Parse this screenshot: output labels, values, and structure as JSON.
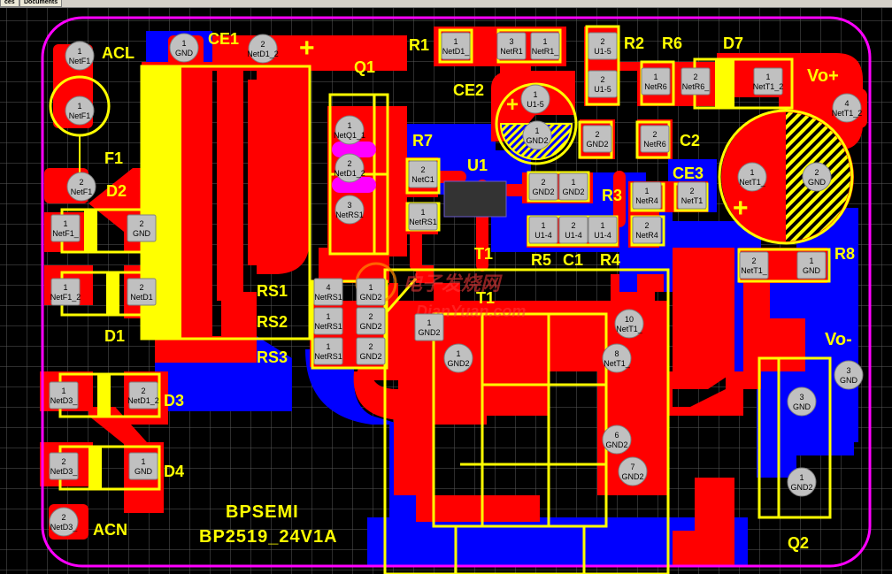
{
  "window": {
    "tabs": [
      "ces",
      "Documents"
    ]
  },
  "board": {
    "brand_line1": "BPSEMI",
    "brand_line2": "BP2519_24V1A",
    "watermark_line1": "电子发烧网",
    "watermark_line2": "DianYuan.com"
  },
  "designators": {
    "ACL": "ACL",
    "CE1": "CE1",
    "R1": "R1",
    "R2": "R2",
    "R6": "R6",
    "D7": "D7",
    "Q1": "Q1",
    "CE2": "CE2",
    "Vo_plus": "Vo+",
    "R7": "R7",
    "U1": "U1",
    "F1": "F1",
    "D2": "D2",
    "C2": "C2",
    "R3": "R3",
    "CE3": "CE3",
    "T1_a": "T1",
    "R5": "R5",
    "C1": "C1",
    "R4": "R4",
    "R8": "R8",
    "RS1": "RS1",
    "RS2": "RS2",
    "RS3": "RS3",
    "T1_b": "T1",
    "D1": "D1",
    "Vo_minus": "Vo-",
    "D3": "D3",
    "D4": "D4",
    "ACN": "ACN",
    "Q2": "Q2"
  },
  "colors": {
    "background": "#000000",
    "grid": "#5a5a5a",
    "top_copper": "#ff0000",
    "bottom_copper": "#0000ff",
    "silkscreen": "#ffff00",
    "board_outline": "#ff00ff",
    "pad": "#c0c0c0"
  },
  "pads": [
    {
      "n": "1",
      "net": "NetF1"
    },
    {
      "n": "1",
      "net": "NetF1"
    },
    {
      "n": "1",
      "net": "GND"
    },
    {
      "n": "2",
      "net": "NetD1_2"
    },
    {
      "n": "2",
      "net": "NetF1"
    },
    {
      "n": "1",
      "net": "NetF1_"
    },
    {
      "n": "2",
      "net": "GND"
    },
    {
      "n": "1",
      "net": "NetF1_2"
    },
    {
      "n": "2",
      "net": "NetD1"
    },
    {
      "n": "1",
      "net": "NetD3_"
    },
    {
      "n": "2",
      "net": "NetD1_2"
    },
    {
      "n": "2",
      "net": "NetD3_"
    },
    {
      "n": "1",
      "net": "GND"
    },
    {
      "n": "2",
      "net": "NetD3_"
    },
    {
      "n": "1",
      "net": "NetQ1_1"
    },
    {
      "n": "2",
      "net": "NetD1_2"
    },
    {
      "n": "3",
      "net": "NetRS1"
    },
    {
      "n": "4",
      "net": "NetRS1"
    },
    {
      "n": "1",
      "net": "GND2"
    },
    {
      "n": "1",
      "net": "NetRS1"
    },
    {
      "n": "2",
      "net": "GND2"
    },
    {
      "n": "1",
      "net": "NetRS1"
    },
    {
      "n": "2",
      "net": "GND2"
    },
    {
      "n": "2",
      "net": "NetC1"
    },
    {
      "n": "1",
      "net": "NetRS1"
    },
    {
      "n": "1",
      "net": "NetD1_"
    },
    {
      "n": "3",
      "net": "NetR1"
    },
    {
      "n": "1",
      "net": "NetR1_"
    },
    {
      "n": "2",
      "net": "U1-5"
    },
    {
      "n": "1",
      "net": "U1-5"
    },
    {
      "n": "2",
      "net": "U1-5"
    },
    {
      "n": "1",
      "net": "GND2"
    },
    {
      "n": "2",
      "net": "GND2"
    },
    {
      "n": "2",
      "net": "GND2"
    },
    {
      "n": "1",
      "net": "GND2"
    },
    {
      "n": "1",
      "net": "NetR4"
    },
    {
      "n": "2",
      "net": "NetT1"
    },
    {
      "n": "1",
      "net": "U1-4"
    },
    {
      "n": "2",
      "net": "U1-4"
    },
    {
      "n": "1",
      "net": "U1-4"
    },
    {
      "n": "2",
      "net": "NetR4"
    },
    {
      "n": "1",
      "net": "NetR6"
    },
    {
      "n": "2",
      "net": "NetR6_"
    },
    {
      "n": "1",
      "net": "NetT1_2"
    },
    {
      "n": "2",
      "net": "NetR6"
    },
    {
      "n": "4",
      "net": "NetT1_2"
    },
    {
      "n": "1",
      "net": "NetT1_"
    },
    {
      "n": "2",
      "net": "GND"
    },
    {
      "n": "2",
      "net": "NetT1_"
    },
    {
      "n": "1",
      "net": "GND"
    },
    {
      "n": "1",
      "net": "GND2"
    },
    {
      "n": "1",
      "net": "GND2"
    },
    {
      "n": "10",
      "net": "NetT1_"
    },
    {
      "n": "8",
      "net": "NetT1_"
    },
    {
      "n": "6",
      "net": "GND2"
    },
    {
      "n": "7",
      "net": "GND2"
    },
    {
      "n": "3",
      "net": "GND"
    },
    {
      "n": "3",
      "net": "GND"
    },
    {
      "n": "1",
      "net": "GND2"
    }
  ]
}
